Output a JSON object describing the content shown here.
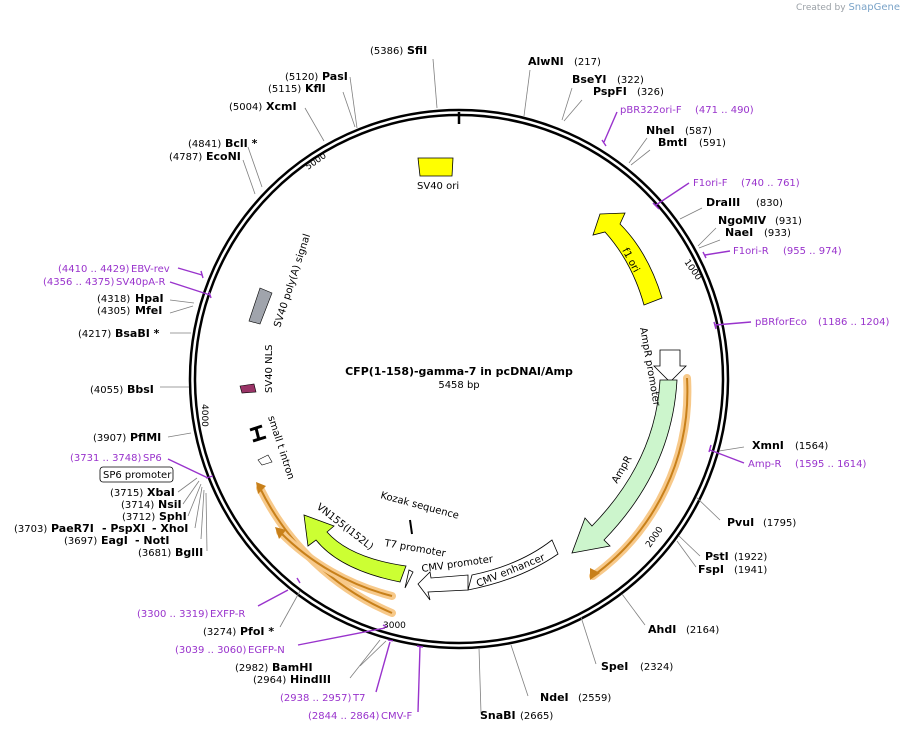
{
  "credit": {
    "prefix": "Created by",
    "brand": "SnapGene"
  },
  "plasmid": {
    "name": "CFP(1-158)-gamma-7 in pcDNAI/Amp",
    "length": "5458 bp"
  },
  "ticks": [
    "1000",
    "2000",
    "3000",
    "4000",
    "5000"
  ],
  "sites": [
    {
      "name": "SfiI",
      "pos": "(5386)"
    },
    {
      "name": "AlwNI",
      "pos": "(217)"
    },
    {
      "name": "PasI",
      "pos": "(5120)"
    },
    {
      "name": "KflI",
      "pos": "(5115)"
    },
    {
      "name": "BseYI",
      "pos": "(322)"
    },
    {
      "name": "PspFI",
      "pos": "(326)"
    },
    {
      "name": "XcmI",
      "pos": "(5004)"
    },
    {
      "name": "NheI",
      "pos": "(587)"
    },
    {
      "name": "BmtI",
      "pos": "(591)"
    },
    {
      "name": "BclI *",
      "pos": "(4841)"
    },
    {
      "name": "EcoNI",
      "pos": "(4787)"
    },
    {
      "name": "DraIII",
      "pos": "(830)"
    },
    {
      "name": "NgoMIV",
      "pos": "(931)"
    },
    {
      "name": "NaeI",
      "pos": "(933)"
    },
    {
      "name": "HpaI",
      "pos": "(4318)"
    },
    {
      "name": "MfeI",
      "pos": "(4305)"
    },
    {
      "name": "BsaBI *",
      "pos": "(4217)"
    },
    {
      "name": "BbsI",
      "pos": "(4055)"
    },
    {
      "name": "XmnI",
      "pos": "(1564)"
    },
    {
      "name": "PflMI",
      "pos": "(3907)"
    },
    {
      "name": "XbaI",
      "pos": "(3715)"
    },
    {
      "name": "NsiI",
      "pos": "(3714)"
    },
    {
      "name": "SphI",
      "pos": "(3712)"
    },
    {
      "name": "PaeR7I",
      "pos": "(3703)"
    },
    {
      "name": "- PspXI",
      "pos": ""
    },
    {
      "name": "- XhoI",
      "pos": ""
    },
    {
      "name": "EagI",
      "pos": "(3697)"
    },
    {
      "name": "- NotI",
      "pos": ""
    },
    {
      "name": "BglII",
      "pos": "(3681)"
    },
    {
      "name": "PvuI",
      "pos": "(1795)"
    },
    {
      "name": "PstI",
      "pos": "(1922)"
    },
    {
      "name": "FspI",
      "pos": "(1941)"
    },
    {
      "name": "AhdI",
      "pos": "(2164)"
    },
    {
      "name": "PfoI *",
      "pos": "(3274)"
    },
    {
      "name": "SpeI",
      "pos": "(2324)"
    },
    {
      "name": "BamHI",
      "pos": "(2982)"
    },
    {
      "name": "HindIII",
      "pos": "(2964)"
    },
    {
      "name": "NdeI",
      "pos": "(2559)"
    },
    {
      "name": "SnaBI",
      "pos": "(2665)"
    }
  ],
  "primers": [
    {
      "name": "pBR322ori-F",
      "range": "(471 .. 490)"
    },
    {
      "name": "F1ori-F",
      "range": "(740 .. 761)"
    },
    {
      "name": "F1ori-R",
      "range": "(955 .. 974)"
    },
    {
      "name": "pBRforEco",
      "range": "(1186 .. 1204)"
    },
    {
      "name": "Amp-R",
      "range": "(1595 .. 1614)"
    },
    {
      "name": "EBV-rev",
      "range": "(4410 .. 4429)"
    },
    {
      "name": "SV40pA-R",
      "range": "(4356 .. 4375)"
    },
    {
      "name": "SP6",
      "range": "(3731 .. 3748)"
    },
    {
      "name": "EXFP-R",
      "range": "(3300 .. 3319)"
    },
    {
      "name": "EGFP-N",
      "range": "(3039 .. 3060)"
    },
    {
      "name": "T7",
      "range": "(2938 .. 2957)"
    },
    {
      "name": "CMV-F",
      "range": "(2844 .. 2864)"
    }
  ],
  "features": [
    {
      "name": "SV40 ori",
      "color": "#ffff00"
    },
    {
      "name": "f1 ori",
      "color": "#ffff00"
    },
    {
      "name": "AmpR promoter",
      "color": "#ffffff"
    },
    {
      "name": "AmpR",
      "color": "#ccf5cc"
    },
    {
      "name": "CMV enhancer",
      "color": "#ffffff"
    },
    {
      "name": "CMV promoter",
      "color": "#ffffff"
    },
    {
      "name": "T7 promoter",
      "color": "#ffffff"
    },
    {
      "name": "Kozak sequence",
      "color": "#000000"
    },
    {
      "name": "VN155(I152L)",
      "color": "#ccff33"
    },
    {
      "name": "small t intron",
      "color": "#000000"
    },
    {
      "name": "SV40 NLS",
      "color": "#993366"
    },
    {
      "name": "SV40 poly(A) signal",
      "color": "#a0a4ac"
    },
    {
      "name": "SP6 promoter",
      "color": "#ffffff"
    }
  ],
  "colors": {
    "primer": "#9933cc",
    "orf": "#f7c98a",
    "backbone": "#000000"
  }
}
